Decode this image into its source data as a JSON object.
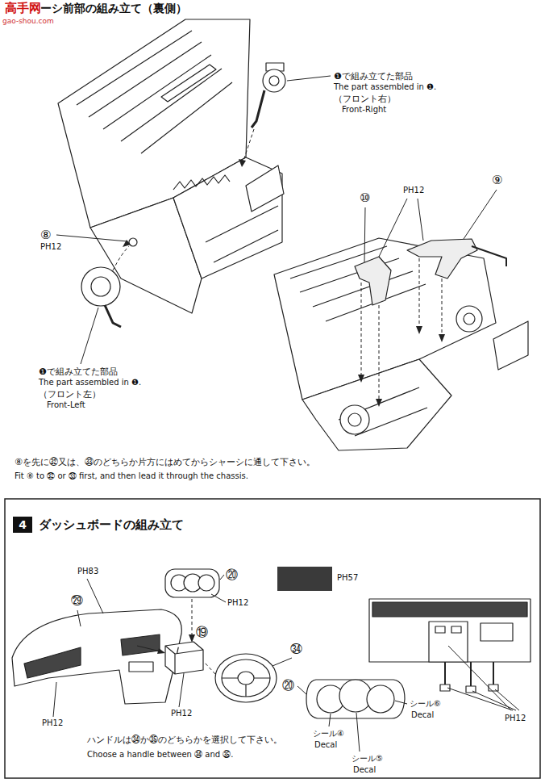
{
  "diagram": {
    "nodes": [
      {
        "text": [
          "ーシ前部の組み立て（裏側）"
        ]
      },
      {
        "text": [
          "4",
          "ダッシュボードの組み立て"
        ]
      }
    ],
    "labels": [
      "高手网",
      "gao-shou.com",
      "❶で組み立てた部品",
      "The part assembled in ❶.",
      "（フロント右）",
      "Front-Right",
      "⑧",
      "PH12",
      "❶で組み立てた部品",
      "The part assembled in ❶.",
      "（フロント左）",
      "Front-Left",
      "⑩",
      "PH12",
      "⑨",
      "⑧を先に㉜又は、㉝のどちらか片方にはめてからシャーシに通して下さい。",
      "Fit ⑧ to ㉜ or ㉝ first, and then lead it through the chassis.",
      "PH83",
      "㉙",
      "⑳",
      "PH12",
      "⑲",
      "㉞",
      "PH12",
      "PH12",
      "ハンドルは㉞か㉟のどちらかを選択して下さい。",
      "Choose a handle between ㉞ and ㉟.",
      "⑳",
      "シール⑥",
      "Decal",
      "シール④",
      "Decal",
      "シール⑤",
      "Decal",
      "PH12"
    ],
    "legend": [
      {
        "text": "PH57",
        "color": "#3a3a3a"
      }
    ]
  }
}
